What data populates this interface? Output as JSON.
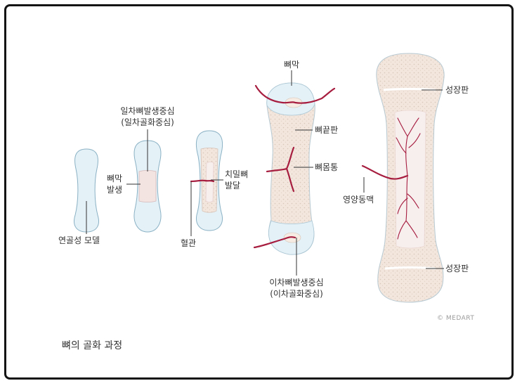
{
  "diagram": {
    "caption": "뼈의 골화 과정",
    "credit": "© MEDART",
    "labels": {
      "cartilage_model": "연골성 모델",
      "primary_center_line1": "일차뼈발생중심",
      "primary_center_line2": "(일차골화중심)",
      "periosteal_line1": "뼈막",
      "periosteal_line2": "발생",
      "blood_vessel": "혈관",
      "compact_line1": "치밀뼈",
      "compact_line2": "발달",
      "periosteum": "뼈막",
      "epiphysis": "뼈끝판",
      "diaphysis": "뼈몸통",
      "secondary_center_line1": "이차뼈발생중심",
      "secondary_center_line2": "(이차골화중심)",
      "growth_plate_top": "성장판",
      "nutrient_artery": "영양동맥",
      "growth_plate_bottom": "성장판"
    }
  }
}
